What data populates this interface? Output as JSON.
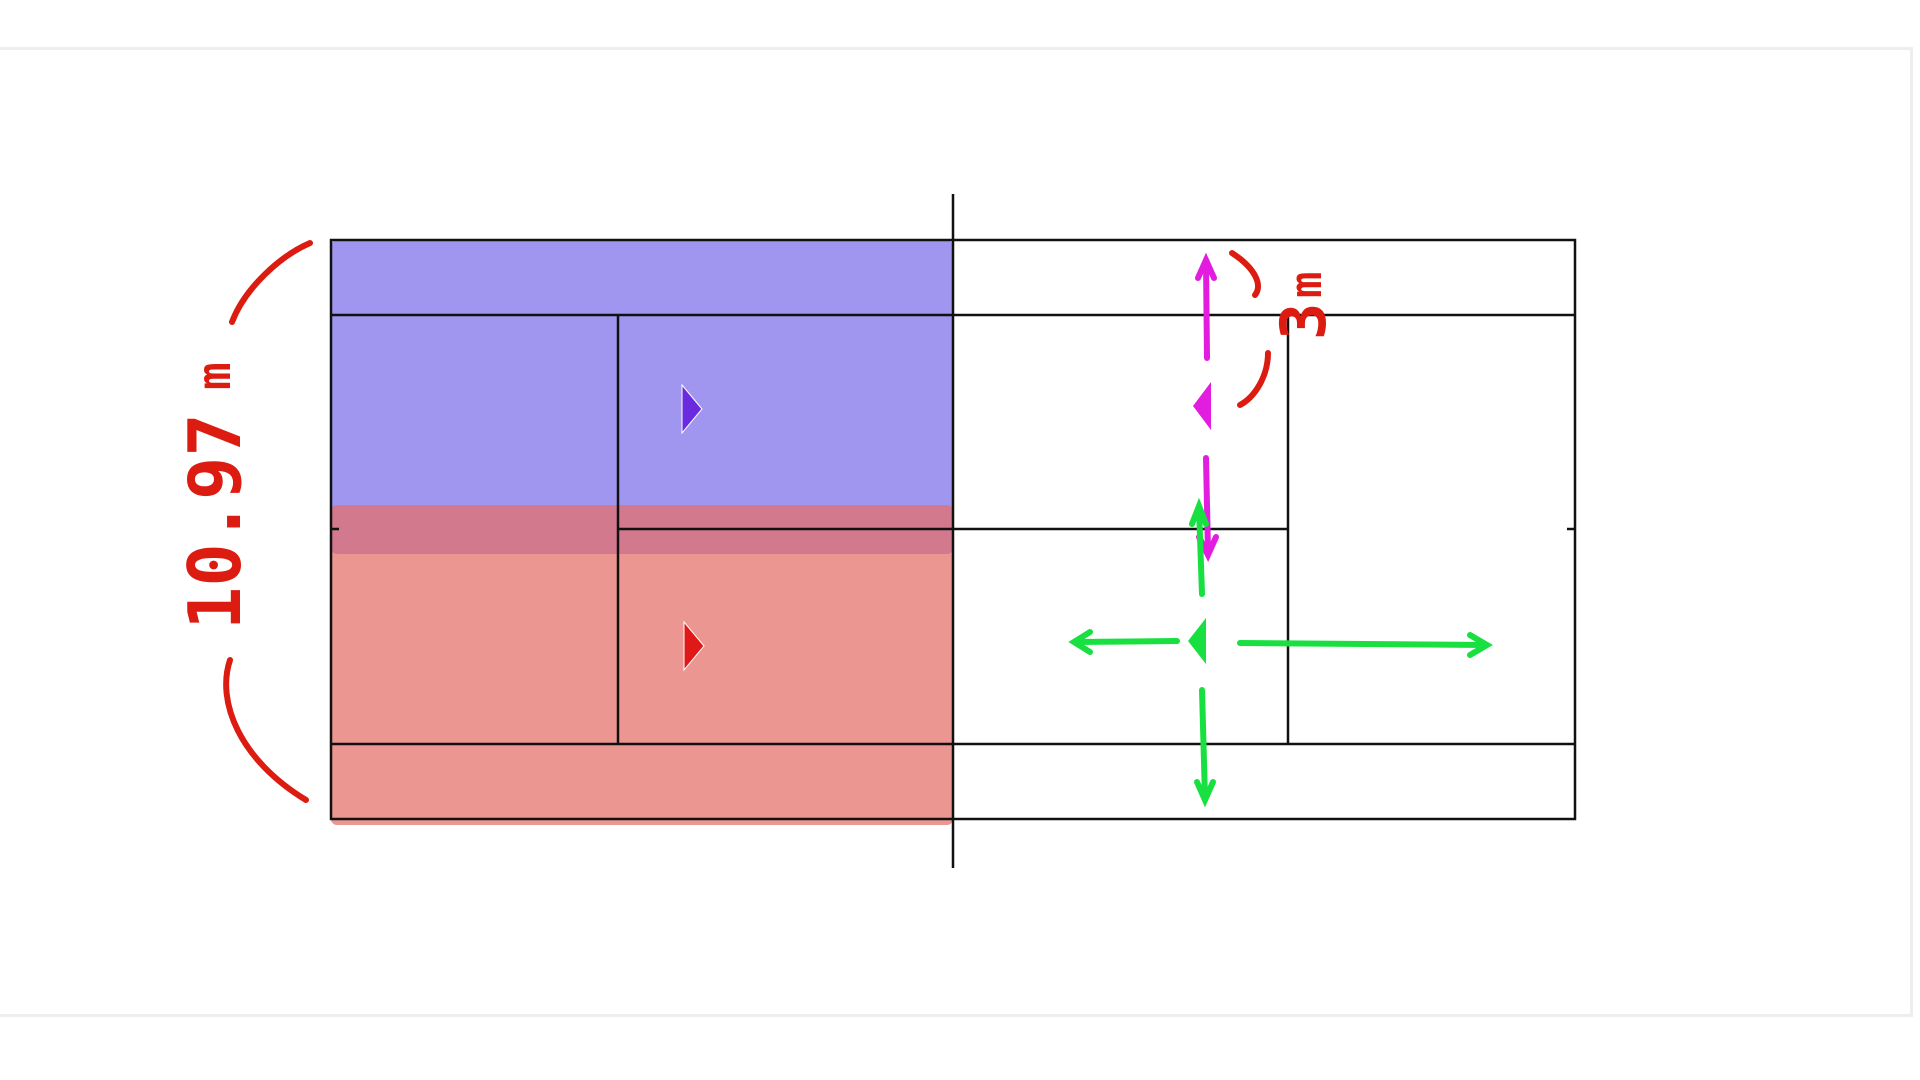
{
  "annotations": {
    "width_label": "10.97",
    "width_unit": "m",
    "gap_label": "3",
    "gap_unit": "m"
  },
  "colors": {
    "court_line": "#111111",
    "blue_zone": "#7b6eea",
    "red_zone": "#e56d66",
    "overlap_zone": "#b95a82",
    "blue_player": "#6a2be0",
    "red_player": "#e01818",
    "magenta_marker": "#e21de0",
    "green_marker": "#18e040",
    "annotation_red": "#dc1c10"
  },
  "icons": [
    "blue-player-triangle",
    "red-player-triangle",
    "magenta-player-triangle",
    "green-player-triangle"
  ]
}
